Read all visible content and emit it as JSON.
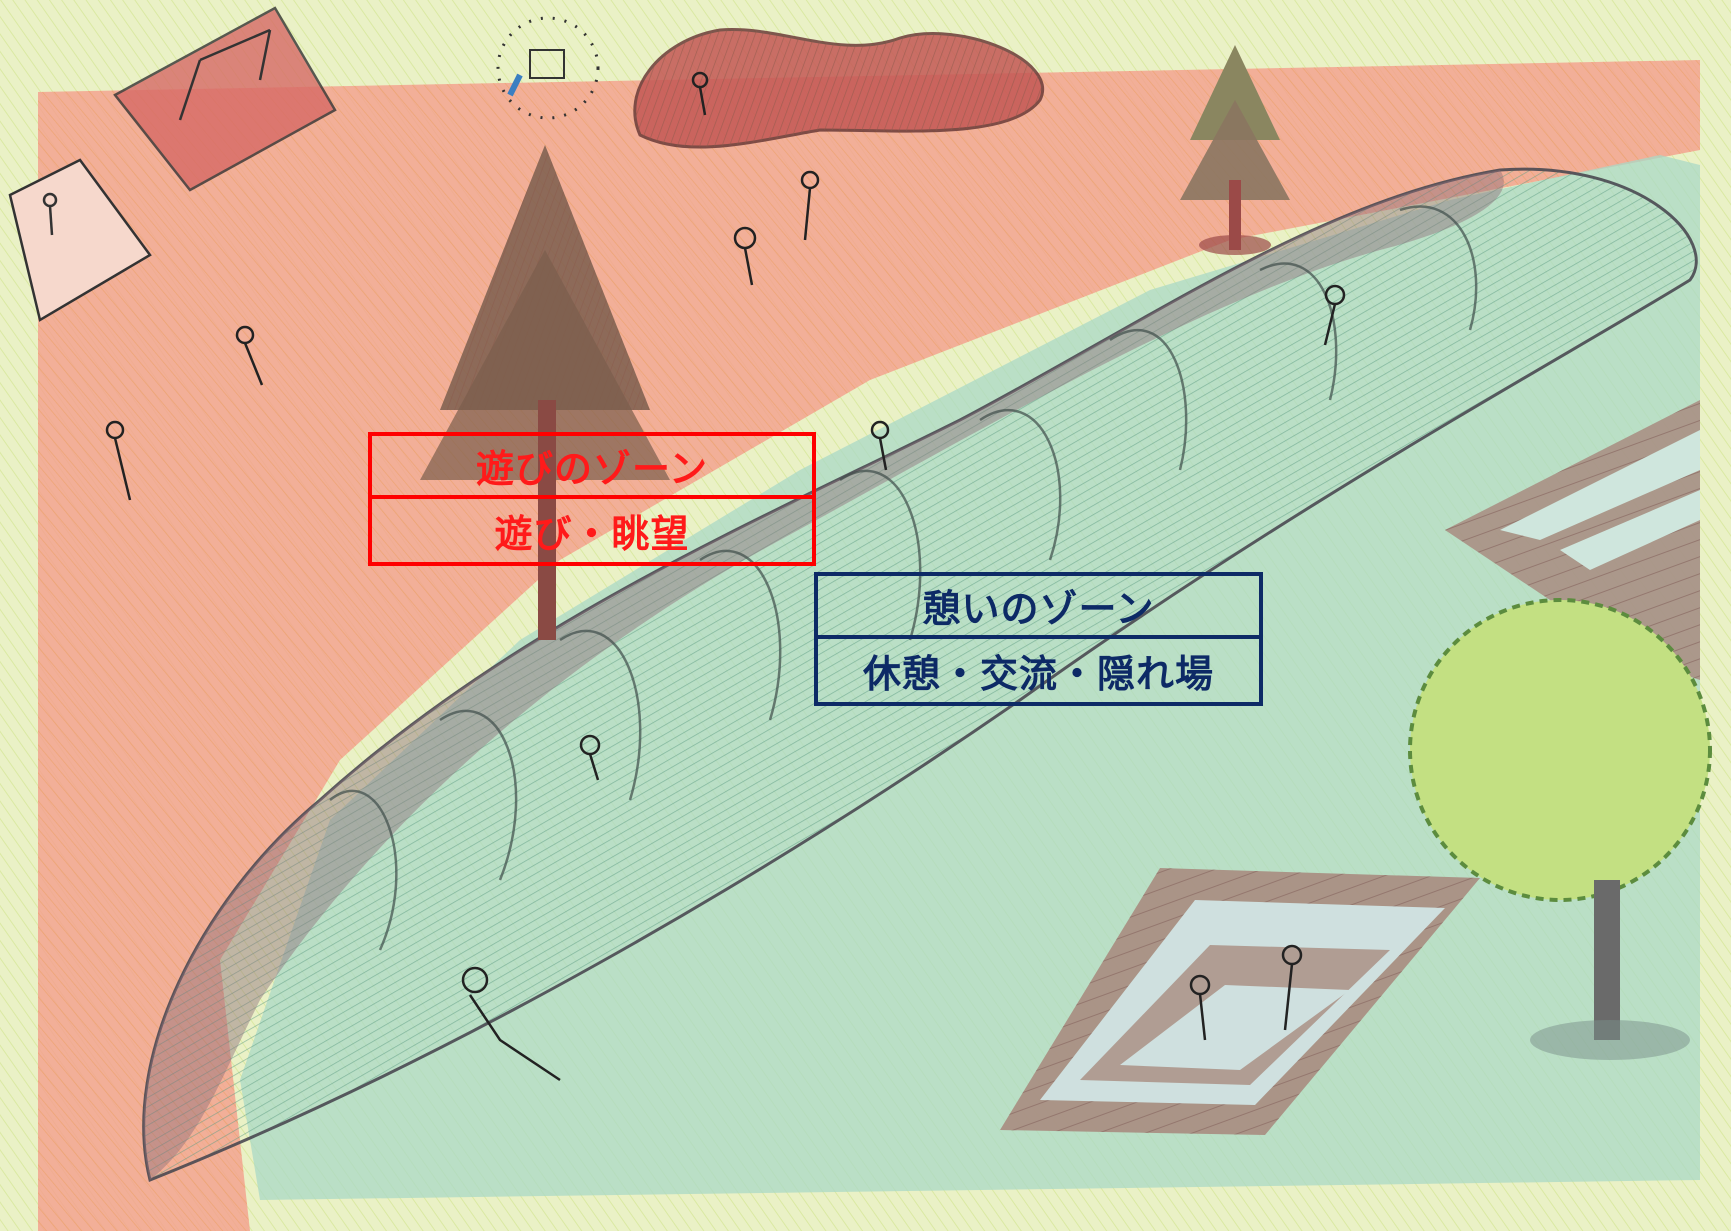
{
  "zones": {
    "play": {
      "title": "遊びのゾーン",
      "subtitle": "遊び・眺望",
      "color": "#ff0000"
    },
    "rest": {
      "title": "憩いのゾーン",
      "subtitle": "休憩・交流・隠れ場",
      "color": "#0d2a66"
    }
  },
  "overlay_colors": {
    "play_area": "#f4a08e",
    "rest_area": "#a9d8c6",
    "paper": "#eaf1c6"
  }
}
